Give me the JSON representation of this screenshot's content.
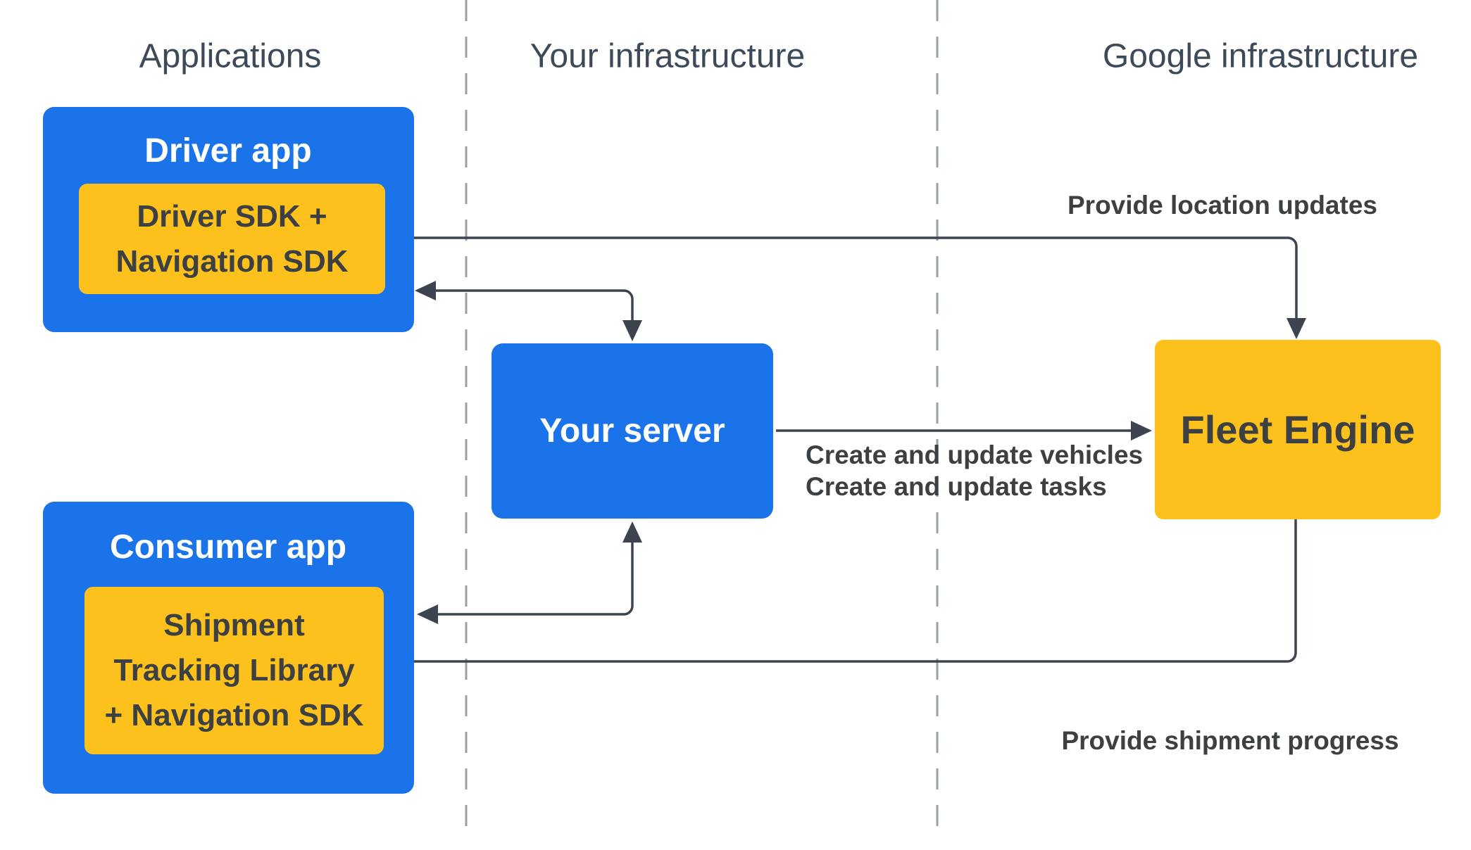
{
  "headers": {
    "applications": "Applications",
    "your_infrastructure": "Your infrastructure",
    "google_infrastructure": "Google infrastructure"
  },
  "boxes": {
    "driver_app": {
      "title": "Driver app",
      "sdk_lines": [
        "Driver SDK +",
        "Navigation SDK"
      ]
    },
    "your_server": {
      "title": "Your server"
    },
    "fleet_engine": {
      "title": "Fleet Engine"
    },
    "consumer_app": {
      "title": "Consumer app",
      "sdk_lines": [
        "Shipment",
        "Tracking Library",
        "+ Navigation SDK"
      ]
    }
  },
  "labels": {
    "provide_location_updates": "Provide location updates",
    "create_update_vehicles": "Create and update vehicles",
    "create_update_tasks": "Create and update tasks",
    "provide_shipment_progress": "Provide shipment progress"
  },
  "colors": {
    "app_box_blue": "#1a73e8",
    "sdk_box_yellow": "#fcc11d",
    "arrow": "#3d4450",
    "header_text": "#3e4a57",
    "dark_text": "#3c4043",
    "dashed_divider": "#9aa0a6",
    "background": "#ffffff"
  }
}
